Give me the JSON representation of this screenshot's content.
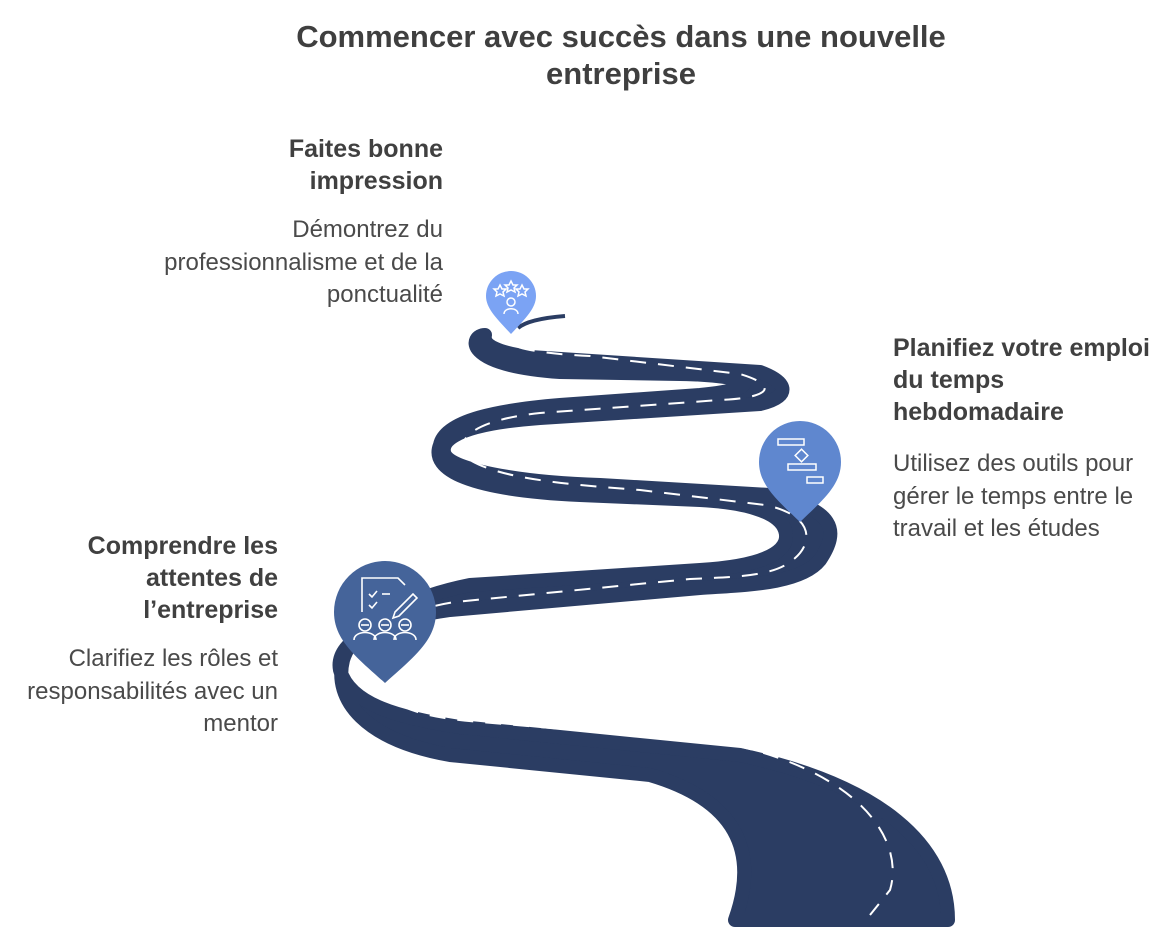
{
  "title": "Commencer avec succès dans une nouvelle entreprise",
  "road": {
    "color": "#2b3d63",
    "dash_color": "#ffffff"
  },
  "milestones": [
    {
      "heading": "Faites bonne impression",
      "description": "Démontrez du professionnalisme et de la ponctualité",
      "icon": "stars-person-icon",
      "pin_color": "#7ba3f4"
    },
    {
      "heading": "Planifiez votre emploi du temps hebdomadaire",
      "description": "Utilisez des outils pour gérer le temps entre le travail et les études",
      "icon": "gantt-schedule-icon",
      "pin_color": "#5f87cf"
    },
    {
      "heading": "Comprendre les attentes de l’entreprise",
      "description": "Clarifiez les rôles et responsabilités avec un mentor",
      "icon": "checklist-team-icon",
      "pin_color": "#45649a"
    }
  ]
}
